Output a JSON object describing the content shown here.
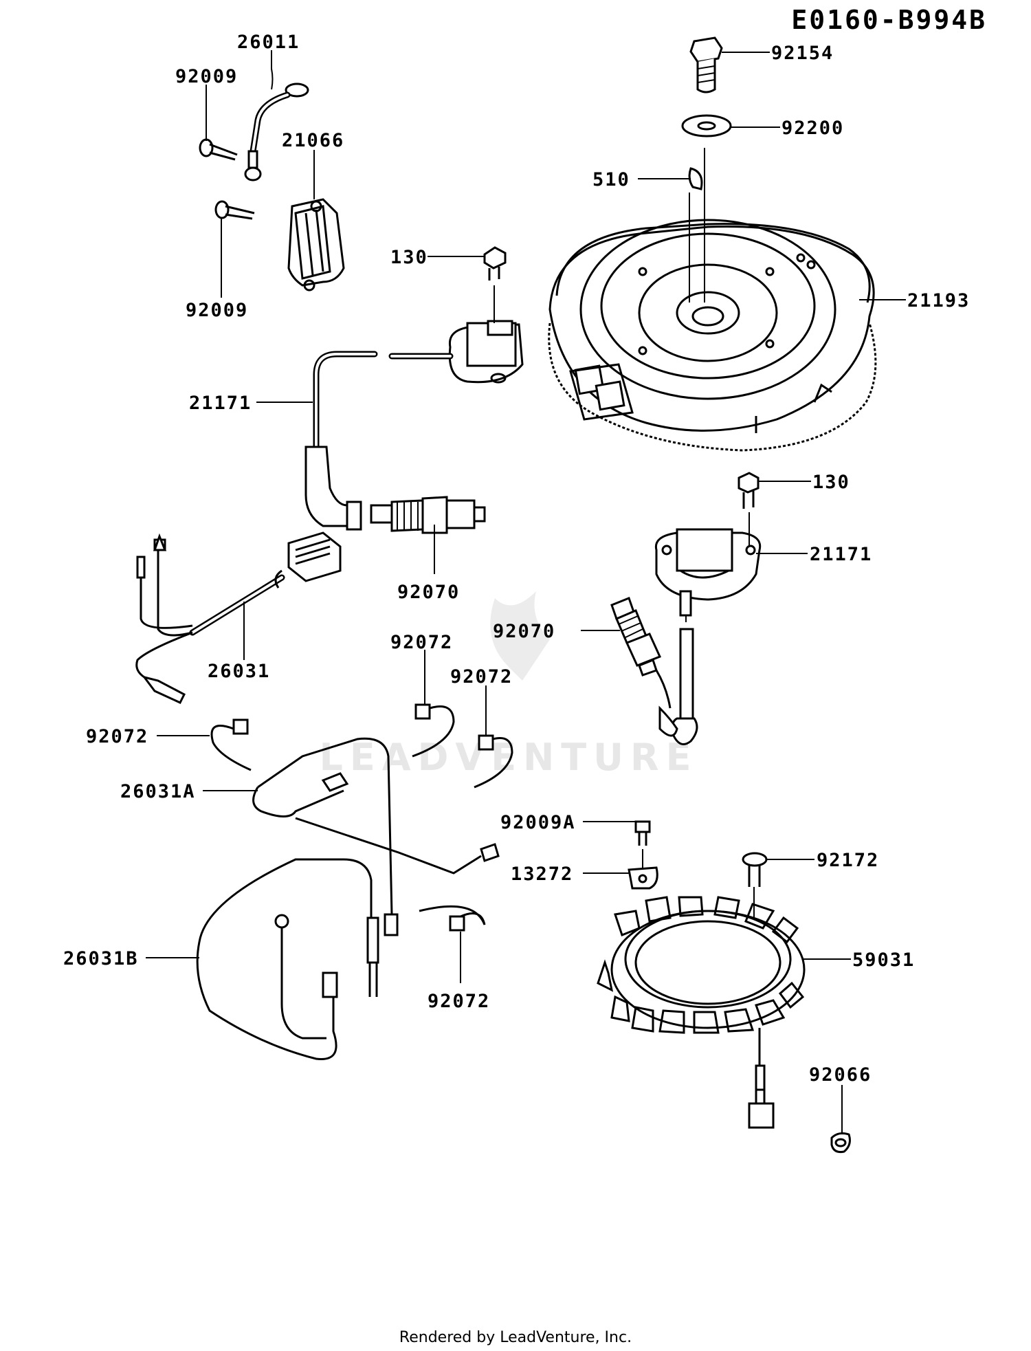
{
  "diagram_code": "E0160-B994B",
  "footer": "Rendered by LeadVenture, Inc.",
  "watermark": "LEADVENTURE",
  "parts": [
    {
      "id": "p-92154",
      "label": "92154"
    },
    {
      "id": "p-92200",
      "label": "92200"
    },
    {
      "id": "p-510",
      "label": "510"
    },
    {
      "id": "p-21193",
      "label": "21193"
    },
    {
      "id": "p-130-top",
      "label": "130"
    },
    {
      "id": "p-130-right",
      "label": "130"
    },
    {
      "id": "p-21171-left",
      "label": "21171"
    },
    {
      "id": "p-21171-right",
      "label": "21171"
    },
    {
      "id": "p-26011",
      "label": "26011"
    },
    {
      "id": "p-92009-top",
      "label": "92009"
    },
    {
      "id": "p-21066",
      "label": "21066"
    },
    {
      "id": "p-92009-bottom",
      "label": "92009"
    },
    {
      "id": "p-92070-left",
      "label": "92070"
    },
    {
      "id": "p-92070-right",
      "label": "92070"
    },
    {
      "id": "p-26031",
      "label": "26031"
    },
    {
      "id": "p-92072-a",
      "label": "92072"
    },
    {
      "id": "p-92072-b",
      "label": "92072"
    },
    {
      "id": "p-92072-c",
      "label": "92072"
    },
    {
      "id": "p-92072-d",
      "label": "92072"
    },
    {
      "id": "p-26031A",
      "label": "26031A"
    },
    {
      "id": "p-26031B",
      "label": "26031B"
    },
    {
      "id": "p-92009A",
      "label": "92009A"
    },
    {
      "id": "p-13272",
      "label": "13272"
    },
    {
      "id": "p-92172",
      "label": "92172"
    },
    {
      "id": "p-59031",
      "label": "59031"
    },
    {
      "id": "p-92066",
      "label": "92066"
    }
  ]
}
